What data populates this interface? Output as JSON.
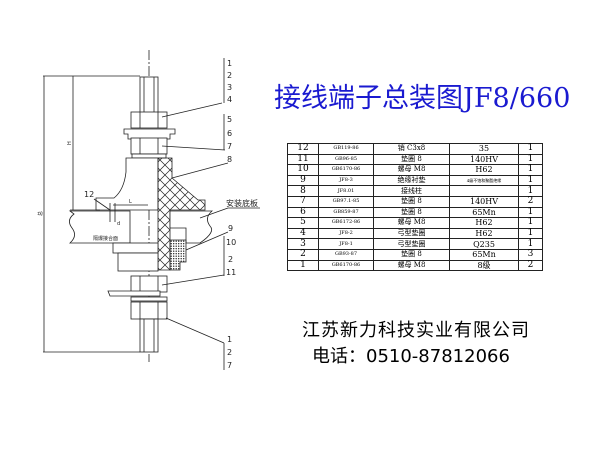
{
  "title": "接线端子总装图JF8/660",
  "drawing": {
    "callouts_top": [
      "1",
      "2",
      "3",
      "4"
    ],
    "callouts_mid": [
      "5",
      "6",
      "7"
    ],
    "callout_8": "8",
    "callout_9": "9",
    "callouts_lower": [
      "10",
      "2",
      "11"
    ],
    "callouts_bottom": [
      "1",
      "2",
      "7"
    ],
    "callout_12": "12",
    "panel_label": "安装底板",
    "insulation_label": "隔爆接合面",
    "dim_total": "总",
    "dim_upper": "H",
    "dim_width": "L",
    "dim_gap": "d"
  },
  "bom": [
    {
      "no": "12",
      "code": "GB119-86",
      "name": "销 C3x8",
      "material": "35",
      "qty": "1"
    },
    {
      "no": "11",
      "code": "GB96-85",
      "name": "垫圈 8",
      "material": "140HV",
      "qty": "1"
    },
    {
      "no": "10",
      "code": "GB6170-86",
      "name": "螺母 M8",
      "material": "H62",
      "qty": "1"
    },
    {
      "no": "9",
      "code": "JF8-3",
      "name": "绝缘衬垫",
      "material": "4级不饱和聚酯绝缘",
      "qty": "1"
    },
    {
      "no": "8",
      "code": "JF8.01",
      "name": "接线柱",
      "material": "",
      "qty": "1"
    },
    {
      "no": "7",
      "code": "GB97.1-85",
      "name": "垫圈 8",
      "material": "140HV",
      "qty": "2"
    },
    {
      "no": "6",
      "code": "GB859-87",
      "name": "垫圈 8",
      "material": "65Mn",
      "qty": "1"
    },
    {
      "no": "5",
      "code": "GB6172-86",
      "name": "螺母 M8",
      "material": "H62",
      "qty": "1"
    },
    {
      "no": "4",
      "code": "JF8-2",
      "name": "弓型垫圈",
      "material": "H62",
      "qty": "1"
    },
    {
      "no": "3",
      "code": "JF8-1",
      "name": "弓型垫圈",
      "material": "Q235",
      "qty": "1"
    },
    {
      "no": "2",
      "code": "GB93-87",
      "name": "垫圈 8",
      "material": "65Mn",
      "qty": "3"
    },
    {
      "no": "1",
      "code": "GB6170-86",
      "name": "螺母 M8",
      "material": "8级",
      "qty": "2"
    }
  ],
  "company": "江苏新力科技实业有限公司",
  "phone": "电话：0510-87812066"
}
